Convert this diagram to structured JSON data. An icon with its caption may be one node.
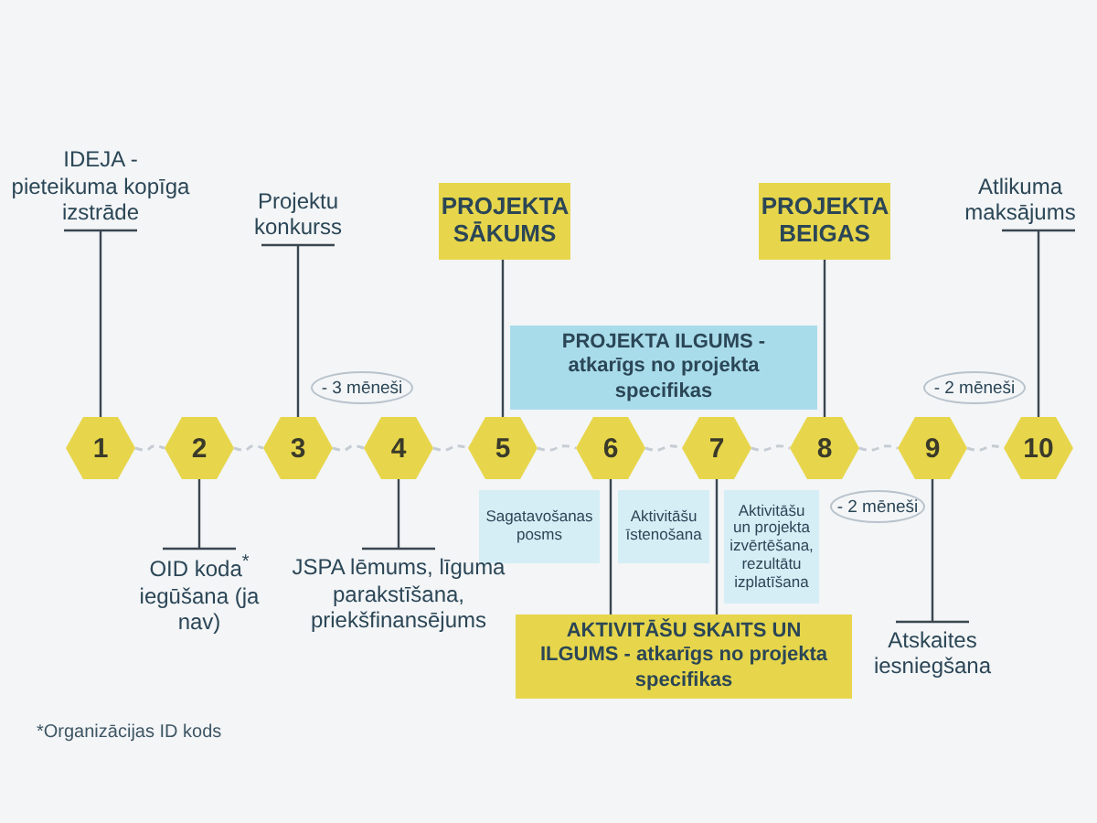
{
  "diagram": {
    "nodes": [
      {
        "text": [
          "IDEJA - pieteikuma kopīga izstrāde"
        ]
      },
      {
        "text": [
          "PROJEKTA SĀKUMS"
        ]
      },
      {
        "text": [
          "Projektu konkurss"
        ]
      },
      {
        "text": [
          "PROJEKTA BEIGAS"
        ]
      },
      {
        "text": [
          "Atlikuma maksājums"
        ]
      },
      {
        "text": [
          "PROJEKTA ILGUMS - atkarīgs no projekta specifikas"
        ]
      },
      {
        "text": [
          "- 3 mēneši"
        ]
      },
      {
        "text": [
          "- 2 mēneši"
        ]
      },
      {
        "text": [
          "1"
        ]
      },
      {
        "text": [
          "2"
        ]
      },
      {
        "text": [
          "3"
        ]
      },
      {
        "text": [
          "4"
        ]
      },
      {
        "text": [
          "5"
        ]
      },
      {
        "text": [
          "6"
        ]
      },
      {
        "text": [
          "7"
        ]
      },
      {
        "text": [
          "8"
        ]
      },
      {
        "text": [
          "9"
        ]
      },
      {
        "text": [
          "10"
        ]
      },
      {
        "text": [
          "Sagatavošanas posms"
        ]
      },
      {
        "text": [
          "Aktivitāšu īstenošana"
        ]
      },
      {
        "text": [
          "Aktivitāšu un projekta izvērtēšana, rezultātu izplatīšana"
        ]
      },
      {
        "text": [
          "- 2 mēneši"
        ]
      },
      {
        "text": [
          "OID koda$^{*}$ iegūšana (ja nav)"
        ]
      },
      {
        "text": [
          "JSPA lēmums, līguma parakstīšana, priekšfinansējums"
        ]
      },
      {
        "text": [
          "AKTIVITĀŠU SKAITS UN ILGUMS - atkarīgs no projekta specifikas"
        ]
      },
      {
        "text": [
          "Atskaites iesniegšana"
        ]
      }
    ],
    "edges": [
      {
        "from": 8,
        "to": 9,
        "arrow": "none",
        "style": "dashed",
        "color": "#c5ccd3"
      },
      {
        "from": 9,
        "to": 10,
        "arrow": "none",
        "style": "dashed",
        "color": "#c5ccd3"
      },
      {
        "from": 10,
        "to": 11,
        "arrow": "none",
        "style": "dashed",
        "color": "#c5ccd3"
      },
      {
        "from": 11,
        "to": 12,
        "arrow": "none",
        "style": "dashed",
        "color": "#c5ccd3"
      },
      {
        "from": 12,
        "to": 13,
        "arrow": "none",
        "style": "dashed",
        "color": "#c5ccd3"
      },
      {
        "from": 13,
        "to": 14,
        "arrow": "none",
        "style": "dashed",
        "color": "#c5ccd3"
      },
      {
        "from": 14,
        "to": 15,
        "arrow": "none",
        "style": "dashed",
        "color": "#c5ccd3"
      },
      {
        "from": 15,
        "to": 16,
        "arrow": "none",
        "style": "dashed",
        "color": "#c5ccd3"
      },
      {
        "from": 16,
        "to": 17,
        "arrow": "none",
        "style": "dashed",
        "color": "#c5ccd3"
      },
      {
        "from": 0,
        "to": 8,
        "arrow": "none"
      },
      {
        "from": 22,
        "to": 9,
        "arrow": "none"
      },
      {
        "from": 2,
        "to": 10,
        "arrow": "none"
      },
      {
        "from": 23,
        "to": 11,
        "arrow": "none"
      },
      {
        "from": 1,
        "to": 12,
        "arrow": "none"
      },
      {
        "from": 13,
        "to": 24,
        "arrow": "none"
      },
      {
        "from": 14,
        "to": 24,
        "arrow": "none"
      },
      {
        "from": 3,
        "to": 15,
        "arrow": "none"
      },
      {
        "from": 25,
        "to": 16,
        "arrow": "none"
      },
      {
        "from": 4,
        "to": 17,
        "arrow": "none"
      }
    ],
    "labels": [
      "*Organizācijas ID kods"
    ]
  }
}
